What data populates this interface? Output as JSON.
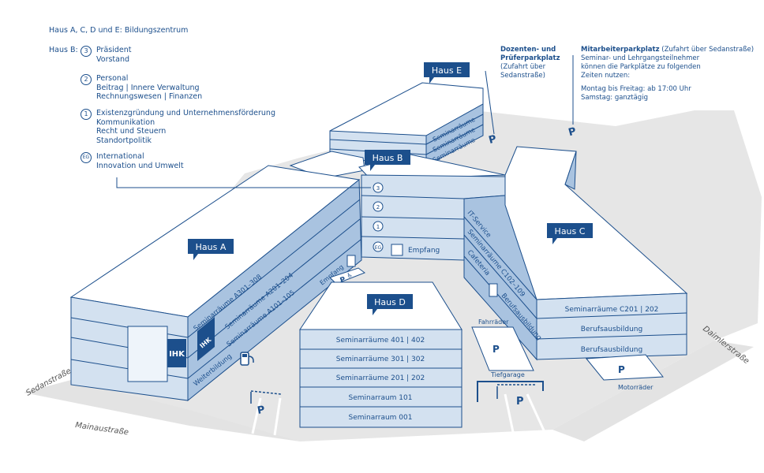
{
  "legend": {
    "title": "Haus A, C, D und E: Bildungszentrum",
    "haus_b_label": "Haus B:",
    "floors": [
      {
        "num": "3",
        "lines": [
          "Präsident",
          "Vorstand"
        ]
      },
      {
        "num": "2",
        "lines": [
          "Personal",
          "Beitrag | Innere Verwaltung",
          "Rechnungswesen | Finanzen"
        ]
      },
      {
        "num": "1",
        "lines": [
          "Existenzgründung und Unternehmensförderung",
          "Kommunikation",
          "Recht und Steuern",
          "Standortpolitik"
        ]
      },
      {
        "num": "EG",
        "lines": [
          "International",
          "Innovation und Umwelt"
        ]
      }
    ]
  },
  "parking": {
    "dozenten_title": "Dozenten- und Prüferparkplatz",
    "dozenten_lines": [
      "Dozenten- und",
      "Prüferparkplatz",
      "(Zufahrt über",
      "Sedanstraße)"
    ],
    "mitarbeiter_title": "Mitarbeiterparkplatz",
    "mitarbeiter_lines": [
      "(Zufahrt über Sedanstraße)",
      "Seminar- und Lehrgangsteilnehmer",
      "können die Parkplätze zu folgenden",
      "Zeiten nutzen:"
    ],
    "times": [
      "Montag bis Freitag: ab 17:00 Uhr",
      "Samstag: ganztägig"
    ],
    "p_symbol": "P"
  },
  "houses": {
    "a": "Haus A",
    "b": "Haus B",
    "c": "Haus C",
    "d": "Haus D",
    "e": "Haus E"
  },
  "haus_a_rooms": [
    "Seminarräume A301–308",
    "Seminarräume A201–204",
    "Seminarräume A101–105",
    "Weiterbildung"
  ],
  "haus_a_empfang": "Empfang",
  "ihk_logo": "IHK",
  "haus_b_floors": [
    "3",
    "2",
    "1",
    "EG"
  ],
  "haus_b_empfang": "Empfang",
  "haus_c_side": [
    "IT-Service",
    "Seminarräume C102–109",
    "Cafeteria",
    "Berufsausbildung"
  ],
  "haus_c_front": [
    "Seminarräume  C201 | 202",
    "Berufsausbildung",
    "Berufsausbildung"
  ],
  "haus_d_floors": [
    "Seminarräume  401 | 402",
    "Seminarräume  301 | 302",
    "Seminarräume  201 | 202",
    "Seminarraum  101",
    "Seminarraum  001"
  ],
  "haus_e_floors": [
    "Seminarräume",
    "Seminarräume",
    "Seminarräume"
  ],
  "labels": {
    "fahrraeder": "Fahrräder",
    "tiefgarage": "Tiefgarage",
    "motorraeder": "Motorräder"
  },
  "streets": {
    "sedan": "Sedanstraße",
    "mainau": "Mainaustraße",
    "daimler": "Daimlerstraße"
  },
  "colors": {
    "dark": "#1c4f8c",
    "mid": "#a9c3e0",
    "light": "#d3e1f0",
    "roof": "#ffffff",
    "ground": "#e1e1e1"
  }
}
